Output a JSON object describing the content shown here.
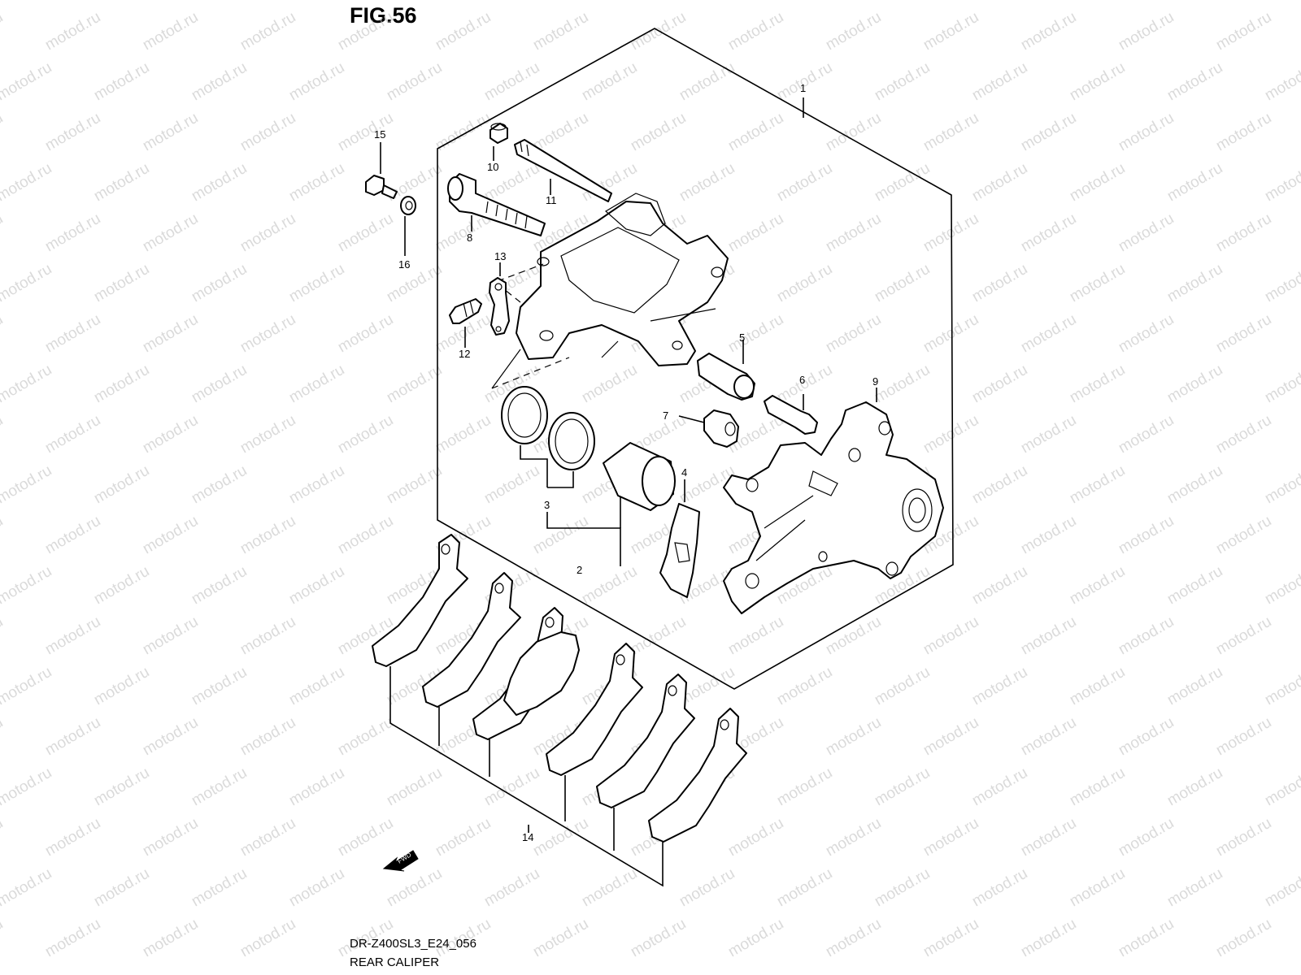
{
  "figure": {
    "title": "FIG.56",
    "code": "DR-Z400SL3_E24_056",
    "name": "REAR CALIPER",
    "watermark": "motod.ru",
    "fwd_label": "FWD"
  },
  "callouts": [
    "1",
    "2",
    "3",
    "4",
    "5",
    "6",
    "7",
    "8",
    "9",
    "10",
    "11",
    "12",
    "13",
    "14",
    "15",
    "16"
  ]
}
